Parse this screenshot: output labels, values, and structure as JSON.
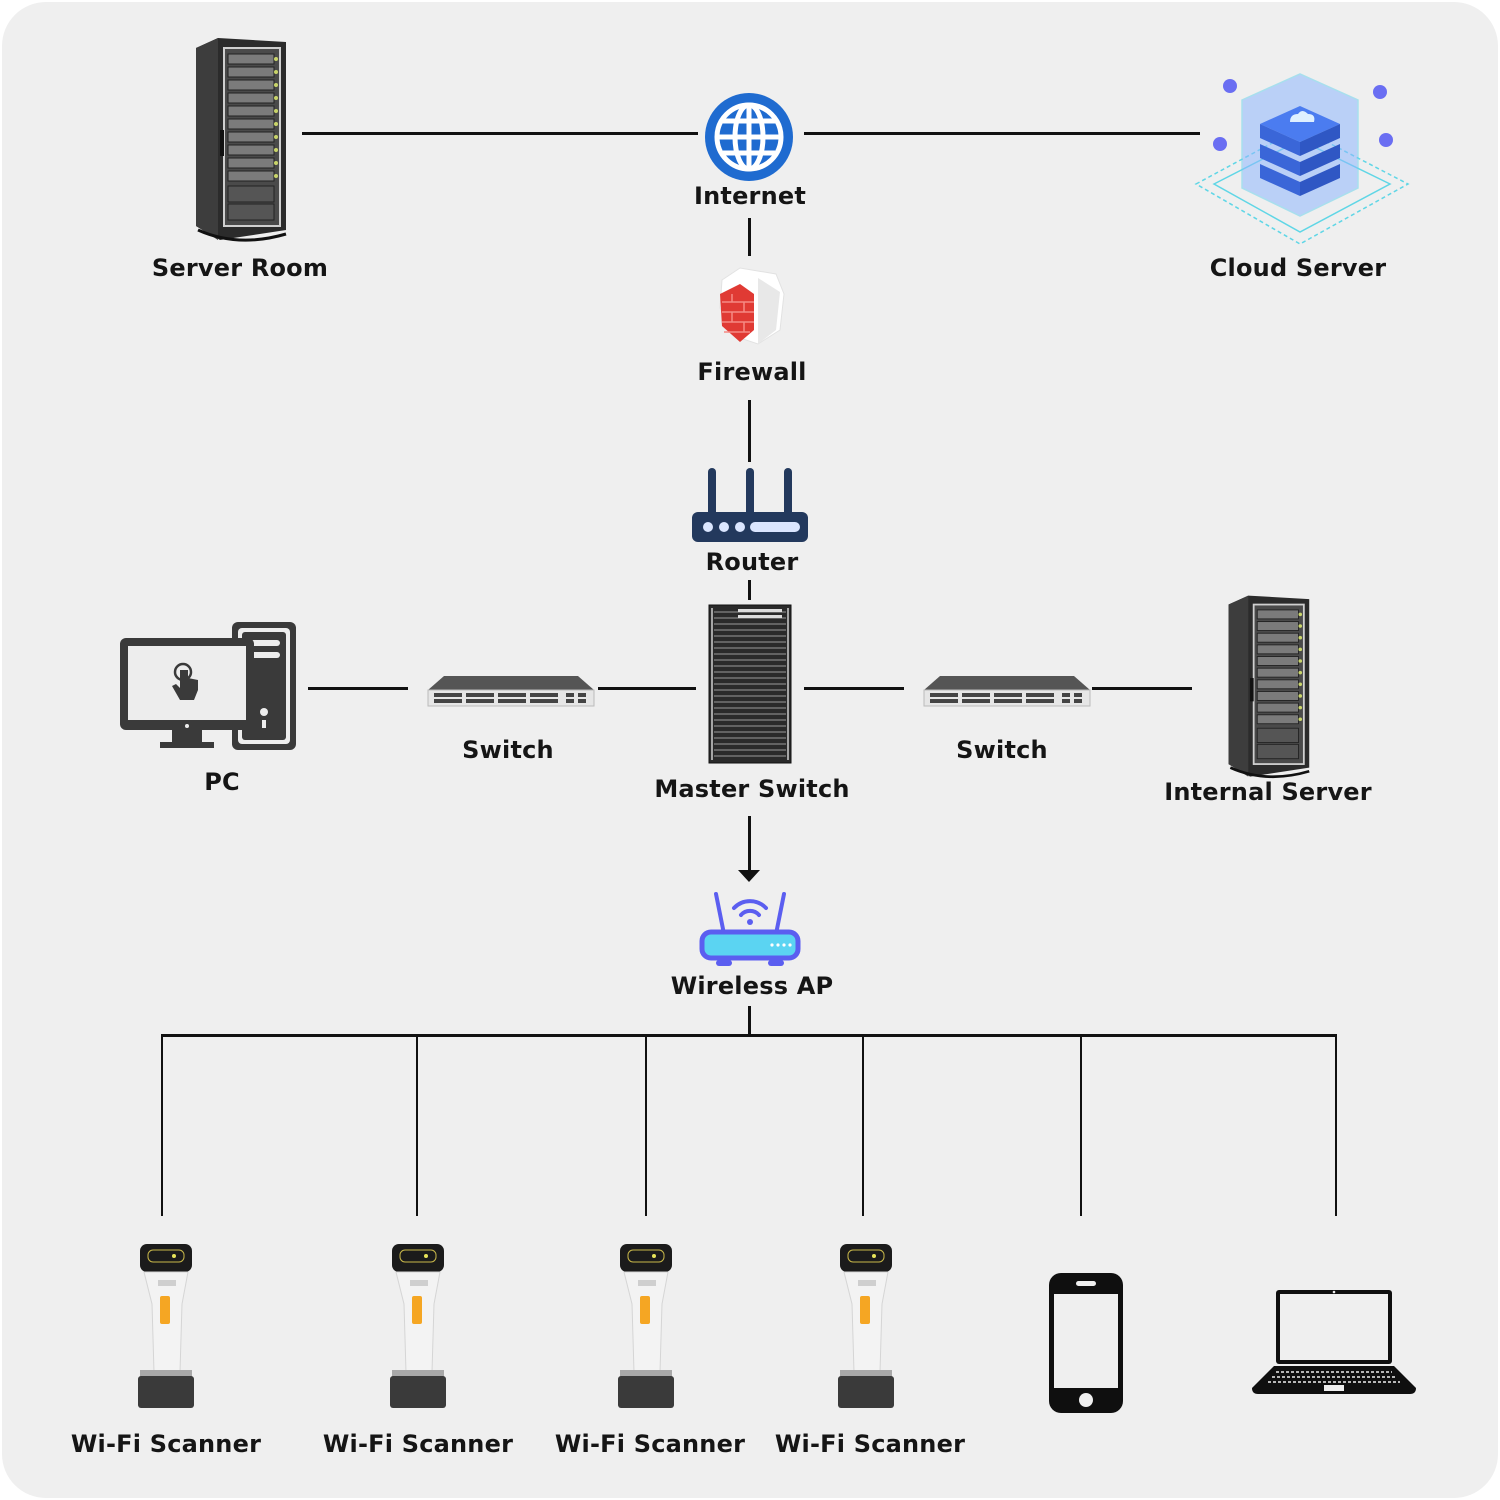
{
  "diagram": {
    "type": "network-topology",
    "nodes": {
      "server_room": {
        "label": "Server Room",
        "icon": "server-rack-icon"
      },
      "internet": {
        "label": "Internet",
        "icon": "globe-icon",
        "color": "#1f6bd0"
      },
      "cloud_server": {
        "label": "Cloud Server",
        "icon": "cloud-server-icon",
        "color": "#4f86f7"
      },
      "firewall": {
        "label": "Firewall",
        "icon": "firewall-shield-icon",
        "color": "#e03a34"
      },
      "router": {
        "label": "Router",
        "icon": "router-icon",
        "color": "#23395d"
      },
      "pc": {
        "label": "PC",
        "icon": "desktop-pc-icon"
      },
      "switch_left": {
        "label": "Switch",
        "icon": "network-switch-icon"
      },
      "master_switch": {
        "label": "Master Switch",
        "icon": "master-switch-rack-icon"
      },
      "switch_right": {
        "label": "Switch",
        "icon": "network-switch-icon"
      },
      "internal_server": {
        "label": "Internal Server",
        "icon": "server-rack-icon"
      },
      "wireless_ap": {
        "label": "Wireless AP",
        "icon": "wireless-ap-icon",
        "color": "#5b5ef0"
      },
      "endpoints": [
        {
          "label": "Wi-Fi Scanner",
          "icon": "barcode-scanner-icon",
          "accent": "#f5a623"
        },
        {
          "label": "Wi-Fi Scanner",
          "icon": "barcode-scanner-icon",
          "accent": "#f5a623"
        },
        {
          "label": "Wi-Fi Scanner",
          "icon": "barcode-scanner-icon",
          "accent": "#f5a623"
        },
        {
          "label": "Wi-Fi Scanner",
          "icon": "barcode-scanner-icon",
          "accent": "#f5a623"
        },
        {
          "label": "",
          "icon": "smartphone-icon"
        },
        {
          "label": "",
          "icon": "laptop-icon"
        }
      ]
    },
    "edges": [
      [
        "server_room",
        "internet"
      ],
      [
        "internet",
        "cloud_server"
      ],
      [
        "internet",
        "firewall"
      ],
      [
        "firewall",
        "router"
      ],
      [
        "router",
        "master_switch"
      ],
      [
        "pc",
        "switch_left"
      ],
      [
        "switch_left",
        "master_switch"
      ],
      [
        "master_switch",
        "switch_right"
      ],
      [
        "switch_right",
        "internal_server"
      ],
      [
        "master_switch",
        "wireless_ap",
        "arrow"
      ],
      [
        "wireless_ap",
        "endpoints"
      ]
    ]
  }
}
